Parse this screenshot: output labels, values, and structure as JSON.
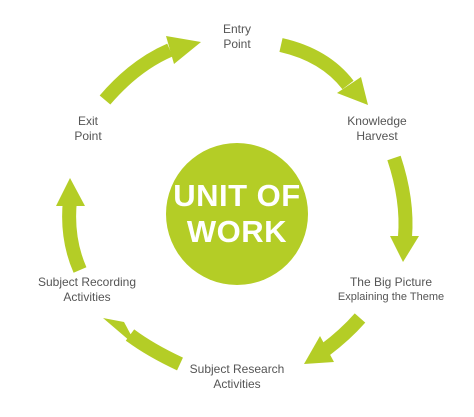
{
  "center": {
    "line1": "UNIT OF",
    "line2": "WORK",
    "color": "#b4cd26"
  },
  "arrow_color": "#b4cd26",
  "text_color": "#555555",
  "stages": [
    {
      "line1": "Entry",
      "line2": "Point"
    },
    {
      "line1": "Knowledge",
      "line2": "Harvest"
    },
    {
      "line1": "The Big Picture",
      "line2": "Explaining the Theme"
    },
    {
      "line1": "Subject Research",
      "line2": "Activities"
    },
    {
      "line1": "Subject Recording",
      "line2": "Activities"
    },
    {
      "line1": "Exit",
      "line2": "Point"
    }
  ]
}
